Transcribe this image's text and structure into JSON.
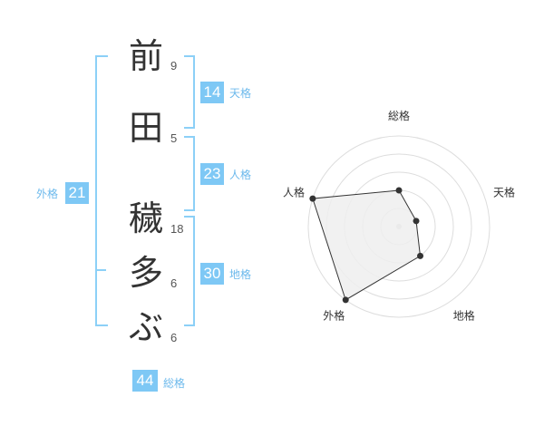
{
  "name": {
    "chars": [
      {
        "char": "前",
        "strokes": "9"
      },
      {
        "char": "田",
        "strokes": "5"
      },
      {
        "char": "穢",
        "strokes": "18"
      },
      {
        "char": "多",
        "strokes": "6"
      },
      {
        "char": "ぶ",
        "strokes": "6"
      }
    ]
  },
  "kaku": {
    "tenkaku": {
      "value": "14",
      "label": "天格"
    },
    "jinkaku": {
      "value": "23",
      "label": "人格"
    },
    "chikaku": {
      "value": "30",
      "label": "地格"
    },
    "gaikaku": {
      "value": "21",
      "label": "外格"
    },
    "soukaku": {
      "value": "44",
      "label": "総格"
    }
  },
  "colors": {
    "accent": "#7ec8f5",
    "bracket": "#8cd0f7",
    "label": "#6cb9ec",
    "fill": "#eeeeee"
  },
  "chart_data": {
    "type": "radar",
    "axes": [
      "総格",
      "天格",
      "地格",
      "外格",
      "人格"
    ],
    "values": [
      2,
      1,
      2,
      5,
      5
    ],
    "max": 5,
    "rings": 5
  }
}
